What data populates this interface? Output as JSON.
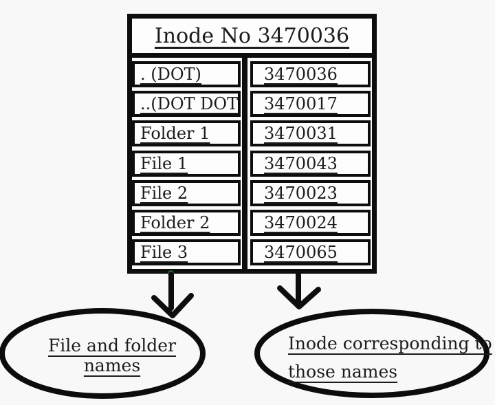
{
  "table": {
    "header": "Inode No 3470036",
    "rows": [
      {
        "name": ". (DOT)",
        "inode": "3470036"
      },
      {
        "name": "..(DOT DOT)",
        "inode": "3470017"
      },
      {
        "name": "Folder 1",
        "inode": "3470031"
      },
      {
        "name": "File 1",
        "inode": "3470043"
      },
      {
        "name": "File 2",
        "inode": "3470023"
      },
      {
        "name": "Folder 2",
        "inode": "3470024"
      },
      {
        "name": "File 3",
        "inode": "3470065"
      }
    ]
  },
  "callouts": {
    "left": {
      "label": "File and folder names"
    },
    "right": {
      "line1": "Inode corresponding to",
      "line2": "those names"
    }
  },
  "icons": {
    "left_arrow": "down-arrow",
    "right_arrow": "down-arrow"
  },
  "colors": {
    "stroke": "#0d0d0d",
    "background": "#f8f8f8",
    "text": "#1c1c1c",
    "artifact_dot": "#2e7d32"
  }
}
